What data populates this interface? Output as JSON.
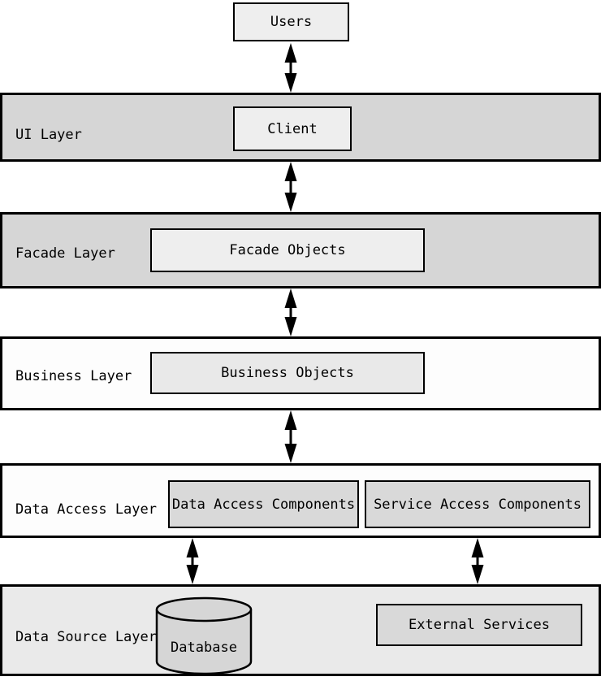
{
  "users_box": {
    "label": "Users"
  },
  "layers": [
    {
      "name": "UI Layer",
      "boxes": [
        {
          "label": "Client"
        }
      ]
    },
    {
      "name": "Facade Layer",
      "boxes": [
        {
          "label": "Facade Objects"
        }
      ]
    },
    {
      "name": "Business Layer",
      "boxes": [
        {
          "label": "Business Objects"
        }
      ]
    },
    {
      "name": "Data Access Layer",
      "boxes": [
        {
          "label": "Data Access Components"
        },
        {
          "label": "Service Access Components"
        }
      ]
    },
    {
      "name": "Data Source Layer",
      "boxes": [
        {
          "label": "Database"
        },
        {
          "label": "External Services"
        }
      ]
    }
  ],
  "arrows": [
    {
      "from": "Users",
      "to": "UI Layer",
      "bidirectional": true
    },
    {
      "from": "UI Layer",
      "to": "Facade Layer",
      "bidirectional": true
    },
    {
      "from": "Facade Layer",
      "to": "Business Layer",
      "bidirectional": true
    },
    {
      "from": "Business Layer",
      "to": "Data Access Layer",
      "bidirectional": true
    },
    {
      "from": "Data Access Layer",
      "to": "Database",
      "bidirectional": true
    },
    {
      "from": "Data Access Layer",
      "to": "External Services",
      "bidirectional": true
    }
  ],
  "colors": {
    "background": "#ffffff",
    "band_gray": "#d6d6d6",
    "band_white": "#fdfdfd",
    "band_light_gray": "#eaeaea",
    "box_light": "#eeeeee",
    "box_mid": "#e9e9e9",
    "box_gray": "#d9d9d9",
    "border": "#000000",
    "arrow": "#000000"
  }
}
